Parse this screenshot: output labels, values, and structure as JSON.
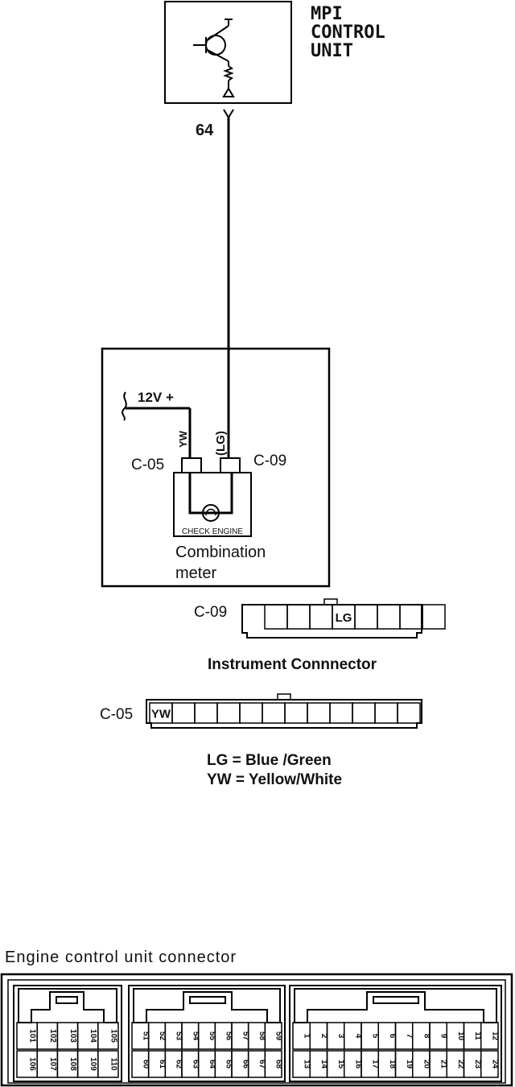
{
  "mpi_unit": {
    "label_lines": [
      "MPI",
      "CONTROL",
      "UNIT"
    ],
    "pin": "64"
  },
  "combination_meter": {
    "supply_label": "12V +",
    "wire_yw": "YW",
    "wire_lg": "(LG)",
    "conn_left": "C-05",
    "conn_right": "C-09",
    "lamp_label": "CHECK ENGINE",
    "label_lines": [
      "Combination",
      "meter"
    ]
  },
  "instrument_connector": {
    "c09_label": "C-09",
    "c09_cells": [
      "",
      "",
      "",
      "LG",
      "",
      "",
      "",
      ""
    ],
    "title": "Instrument Connnector",
    "c05_label": "C-05",
    "c05_cells": [
      "YW",
      "",
      "",
      "",
      "",
      "",
      "",
      "",
      "",
      "",
      "",
      ""
    ]
  },
  "legend": {
    "lg": "LG = Blue /Green",
    "yw": "YW =  Yellow/White"
  },
  "ecu": {
    "title": "Engine control unit connector",
    "block1": {
      "top": [
        "101",
        "102",
        "103",
        "104",
        "105"
      ],
      "bottom": [
        "106",
        "107",
        "108",
        "109",
        "110"
      ]
    },
    "block2": {
      "top": [
        "51",
        "52",
        "53",
        "54",
        "55",
        "56",
        "57",
        "58",
        "59"
      ],
      "bottom": [
        "60",
        "61",
        "62",
        "63",
        "64",
        "65",
        "66",
        "67",
        "68"
      ]
    },
    "block3": {
      "top": [
        "1",
        "2",
        "3",
        "4",
        "5",
        "6",
        "7",
        "8",
        "9",
        "10",
        "11",
        "12"
      ],
      "bottom": [
        "13",
        "14",
        "15",
        "16",
        "17",
        "18",
        "19",
        "20",
        "21",
        "22",
        "23",
        "24"
      ]
    }
  }
}
